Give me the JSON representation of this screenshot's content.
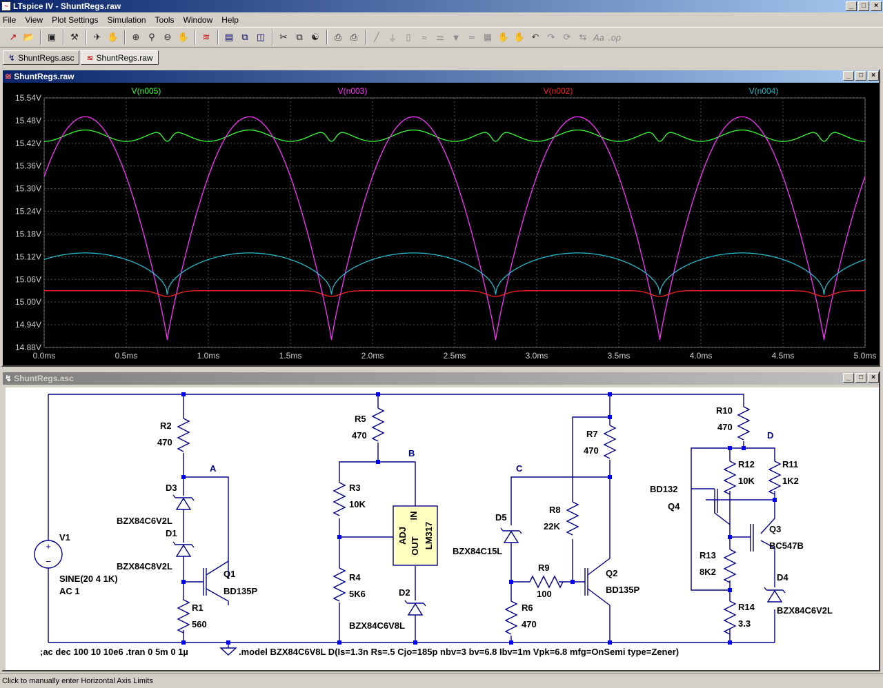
{
  "window": {
    "title": "LTspice IV - ShuntRegs.raw"
  },
  "menu": [
    "File",
    "View",
    "Plot Settings",
    "Simulation",
    "Tools",
    "Window",
    "Help"
  ],
  "toolbar_icons": [
    "new-schematic-icon",
    "open-icon",
    "save-icon",
    "control-panel-icon",
    "run-icon",
    "halt-icon",
    "zoom-in-icon",
    "zoom-area-icon",
    "zoom-out-icon",
    "pan-icon",
    "autorange-icon",
    "tile-horizontal-icon",
    "cascade-icon",
    "tile-vertical-icon",
    "cut-icon",
    "copy-icon",
    "find-icon",
    "print-preview-icon",
    "print-icon",
    "draw-wire-icon",
    "ground-icon",
    "label-icon",
    "resistor-icon",
    "capacitor-icon",
    "diode-icon",
    "inductor-icon",
    "component-icon",
    "move-icon",
    "drag-icon",
    "undo-icon",
    "redo-icon",
    "rotate-icon",
    "mirror-icon",
    "text-icon",
    "spice-directive-icon"
  ],
  "tabs": [
    {
      "label": "ShuntRegs.asc",
      "active": false
    },
    {
      "label": "ShuntRegs.raw",
      "active": true
    }
  ],
  "plot_window": {
    "title": "ShuntRegs.raw"
  },
  "schematic_window": {
    "title": "ShuntRegs.asc"
  },
  "chart_data": {
    "type": "line",
    "xlabel": "",
    "ylabel": "",
    "xlim": [
      0,
      5.0
    ],
    "ylim": [
      14.88,
      15.54
    ],
    "x_ticks": [
      "0.0ms",
      "0.5ms",
      "1.0ms",
      "1.5ms",
      "2.0ms",
      "2.5ms",
      "3.0ms",
      "3.5ms",
      "4.0ms",
      "4.5ms",
      "5.0ms"
    ],
    "y_ticks": [
      "15.54V",
      "15.48V",
      "15.42V",
      "15.36V",
      "15.30V",
      "15.24V",
      "15.18V",
      "15.12V",
      "15.06V",
      "15.00V",
      "14.94V",
      "14.88V"
    ],
    "grid": true,
    "legend_position": "top",
    "series": [
      {
        "name": "V(n005)",
        "color": "#33ff33",
        "mean": 15.44,
        "amplitude": 0.02,
        "dip_at_ms": [
          0.75,
          1.75,
          2.75,
          3.75,
          4.75
        ],
        "min": 15.41,
        "max": 15.46
      },
      {
        "name": "V(n003)",
        "color": "#ff33ff",
        "min": 14.9,
        "max": 15.49,
        "peaks_at_ms": [
          0.25,
          1.25,
          2.25,
          3.25,
          4.25
        ],
        "troughs_at_ms": [
          0.75,
          1.75,
          2.75,
          3.75,
          4.75
        ],
        "start": 15.33
      },
      {
        "name": "V(n002)",
        "color": "#ff2222",
        "mean": 15.03,
        "min": 15.01,
        "max": 15.03
      },
      {
        "name": "V(n004)",
        "color": "#22bbcc",
        "min": 15.02,
        "max": 15.13,
        "peaks_at_ms": [
          0.25,
          1.25,
          2.25,
          3.25,
          4.25
        ],
        "troughs_at_ms": [
          0.75,
          1.75,
          2.75,
          3.75,
          4.75
        ],
        "start": 15.1
      }
    ]
  },
  "schematic": {
    "nets": {
      "A": "A",
      "B": "B",
      "C": "C",
      "D": "D"
    },
    "components": {
      "v1_name": "V1",
      "v1_value": "SINE(20 4 1K)",
      "v1_ac": "AC 1",
      "r2_name": "R2",
      "r2_value": "470",
      "d3_name": "D3",
      "d3_value": "BZX84C6V2L",
      "d1_name": "D1",
      "d1_value": "BZX84C8V2L",
      "q1_name": "Q1",
      "q1_value": "BD135P",
      "r1_name": "R1",
      "r1_value": "560",
      "r5_name": "R5",
      "r5_value": "470",
      "r3_name": "R3",
      "r3_value": "10K",
      "r4_name": "R4",
      "r4_value": "5K6",
      "lm317_adj": "ADJ",
      "lm317_out": "OUT",
      "lm317_in": "IN",
      "lm317_name": "LM317",
      "d2_name": "D2",
      "d2_value": "BZX84C6V8L",
      "r7_name": "R7",
      "r7_value": "470",
      "d5_name": "D5",
      "d5_value": "BZX84C15L",
      "r8_name": "R8",
      "r8_value": "22K",
      "r9_name": "R9",
      "r9_value": "100",
      "q2_name": "Q2",
      "q2_value": "BD135P",
      "r6_name": "R6",
      "r6_value": "470",
      "r10_name": "R10",
      "r10_value": "470",
      "r12_name": "R12",
      "r12_value": "10K",
      "r11_name": "R11",
      "r11_value": "1K2",
      "q4_value": "BD132",
      "q4_name": "Q4",
      "q3_name": "Q3",
      "q3_value": "BC547B",
      "r13_name": "R13",
      "r13_value": "8K2",
      "d4_name": "D4",
      "d4_value": "BZX84C6V2L",
      "r14_name": "R14",
      "r14_value": "3.3"
    },
    "directives": {
      "analysis": ";ac dec 100 10 10e6  .tran 0 5m 0 1µ",
      "model": ".model BZX84C6V8L D(Is=1.3n Rs=.5 Cjo=185p nbv=3 bv=6.8 Ibv=1m Vpk=6.8 mfg=OnSemi type=Zener)"
    }
  },
  "status": {
    "text": "Click to manually enter Horizontal Axis Limits"
  }
}
